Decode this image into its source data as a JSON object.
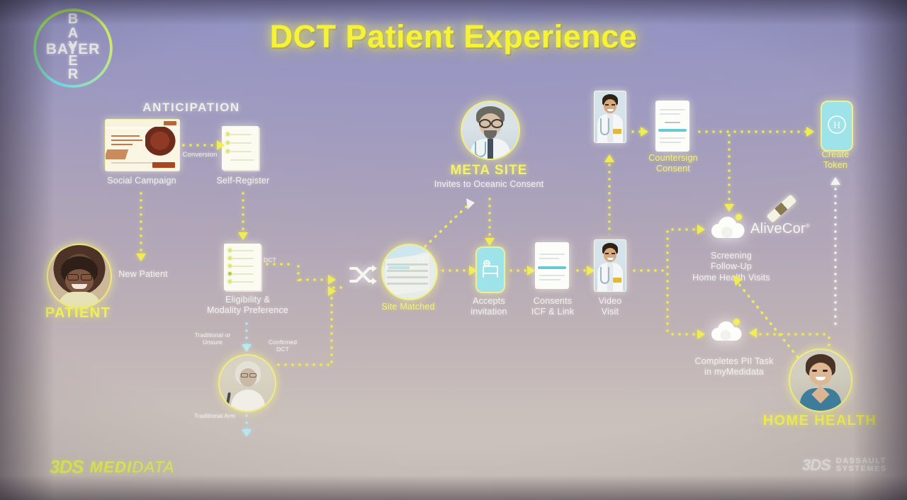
{
  "slide": {
    "title": "DCT Patient Experience",
    "brand_logo": {
      "ring_word_h": "BAYER",
      "ring_word_v": "B\nA\nY\nE\nR"
    },
    "footer": {
      "left_logo_mark": "3DS",
      "left_logo_bold": "MEDI",
      "left_logo_light": "DATA",
      "right_logo_mark": "3DS",
      "right_logo_line1": "DASSAULT",
      "right_logo_line2": "SYSTEMES"
    }
  },
  "sections": {
    "anticipation": "ANTICIPATION"
  },
  "nodes": {
    "social_campaign": "Social Campaign",
    "self_register": "Self-Register",
    "patient": "PATIENT",
    "eligibility": "Eligibility &\nModality Preference",
    "traditional_arm_person": "",
    "site_matched": "Site Matched",
    "meta_site_title": "META SITE",
    "meta_site_sub": "Invites to Oceanic Consent",
    "accepts_invitation": "Accepts\ninvitation",
    "consents": "Consents\nICF & Link",
    "video_visit": "Video\nVisit",
    "countersign_consent": "Countersign\nConsent",
    "create_token": "Create\nToken",
    "alivecor_brand": "AliveCor",
    "alivecor_brand_mark": "®",
    "screening": "Screening\nFollow-Up\nHome Health Visits",
    "completes_pii": "Completes PII Task\nin myMedidata",
    "home_health": "HOME HEALTH"
  },
  "edges": {
    "conversion": "Conversion",
    "new_patient": "New Patient",
    "dct": "DCT",
    "traditional_or_unsure": "Traditional or\nUnsure",
    "confirmed_dct": "Confirmed\nDCT",
    "traditional_arm": "Traditional Arm"
  },
  "icons": {
    "shuffle": "shuffle-icon",
    "cloud": "cloud-icon",
    "hospital_h": "H"
  },
  "colors": {
    "title_yellow": "#f6f238",
    "flow_yellow": "#f0ec55",
    "traditional_cyan": "#b9e8f2",
    "caption_white": "#f2f0ee",
    "medidata_green": "#e7ef5c"
  }
}
